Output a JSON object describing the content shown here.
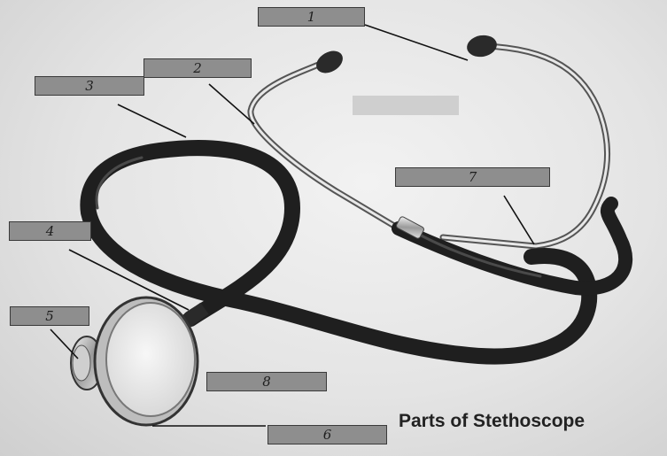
{
  "title": "Parts of Stethoscope",
  "labels": [
    {
      "number": "1"
    },
    {
      "number": "2"
    },
    {
      "number": "3"
    },
    {
      "number": "4"
    },
    {
      "number": "5"
    },
    {
      "number": "6"
    },
    {
      "number": "7"
    },
    {
      "number": "8"
    }
  ]
}
